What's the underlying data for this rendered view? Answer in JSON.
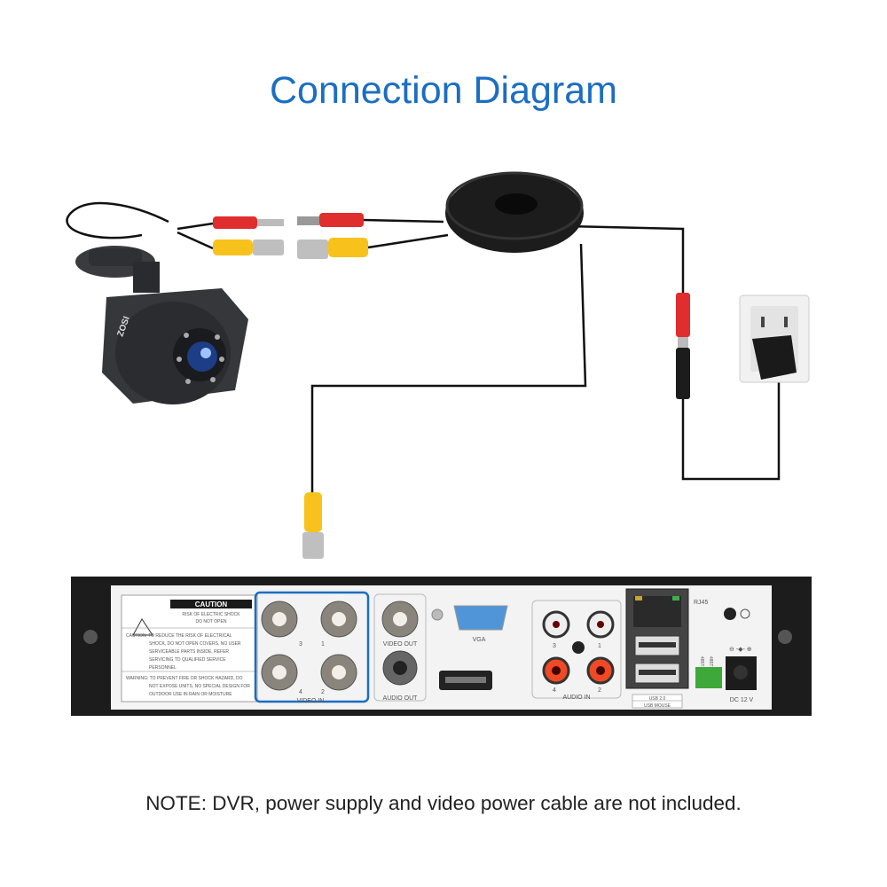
{
  "title": "Connection Diagram",
  "note": "NOTE: DVR, power supply and video power cable are not included.",
  "camera": {
    "brand": "ZOSI"
  },
  "dvr": {
    "caution_title": "CAUTION",
    "caution_sub1": "RISK OF ELECTRIC SHOCK",
    "caution_sub2": "DO NOT OPEN",
    "caution_text": [
      "CAUTION: TO REDUCE THE RISK OF ELECTRICAL",
      "SHOCK, DO NOT OPEN COVERS, NO USER",
      "SERVICEABLE PARTS INSIDE, REFER",
      "SERVICING TO QUALIFIED SERVICE",
      "PERSONNEL"
    ],
    "warning_text": [
      "WARNING: TO PREVENT FIRE OR SHOCK HAZARD, DO",
      "NOT EXPOSE UNITS, NO SPECIAL DESIGN FOR",
      "OUTDOOR USE IN RAIN OR MOISTURE"
    ],
    "video_in_numbers": [
      "3",
      "1",
      "4",
      "2"
    ],
    "video_in_label": "VIDEO IN",
    "video_out_label": "VIDEO OUT",
    "audio_out_label": "AUDIO OUT",
    "vga_label": "VGA",
    "audio_in_numbers": [
      "3",
      "1",
      "4",
      "2"
    ],
    "audio_in_label": "AUDIO IN",
    "rj45_label": "RJ45",
    "usb_label1": "USB 2.0",
    "usb_label2": "USB MOUSE",
    "rs485_minus": "485T-",
    "rs485_plus": "485T+",
    "dc_label": "DC 12 V",
    "dc_polarity": "⊖ -◆- ⊕"
  }
}
